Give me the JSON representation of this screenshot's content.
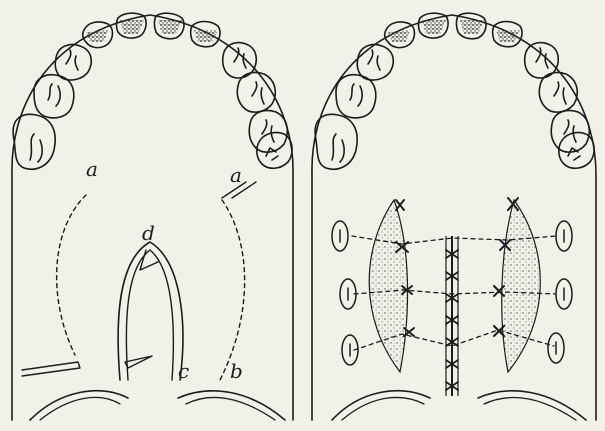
{
  "labels": {
    "a_left": "a",
    "a_right": "a",
    "b": "b",
    "c": "c",
    "d": "d"
  }
}
